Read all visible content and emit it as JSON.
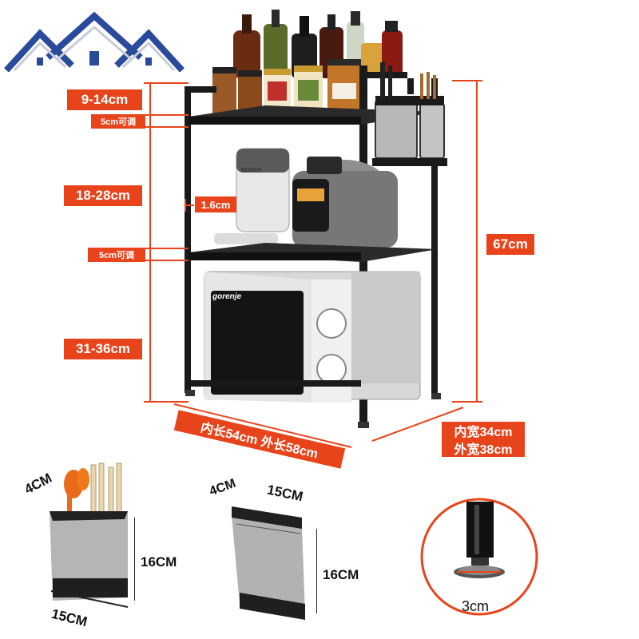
{
  "dimensions": {
    "gap_top": "9-14cm",
    "adjust_top": "5cm可调",
    "gap_middle": "18-28cm",
    "adjust_middle": "5cm可调",
    "gap_bottom": "31-36cm",
    "tube": "1.6cm",
    "height": "67cm",
    "length": "内长54cm 外长58cm",
    "inner_width": "内宽34cm",
    "outer_width": "外宽38cm"
  },
  "appliances": {
    "microwave_brand": "gorenje",
    "coffee_brand": "BOSCH"
  },
  "accessories": {
    "utensil_holder": {
      "depth": "4CM",
      "height": "16CM",
      "width": "15CM"
    },
    "knife_block": {
      "depth": "4CM",
      "width": "15CM",
      "height": "16CM"
    },
    "foot": {
      "diameter": "3cm"
    }
  },
  "colors": {
    "accent": "#e8441c",
    "frame": "#1a1a1a",
    "logo_blue": "#2a4b9b"
  },
  "icons": [
    "house-logo-icon"
  ]
}
